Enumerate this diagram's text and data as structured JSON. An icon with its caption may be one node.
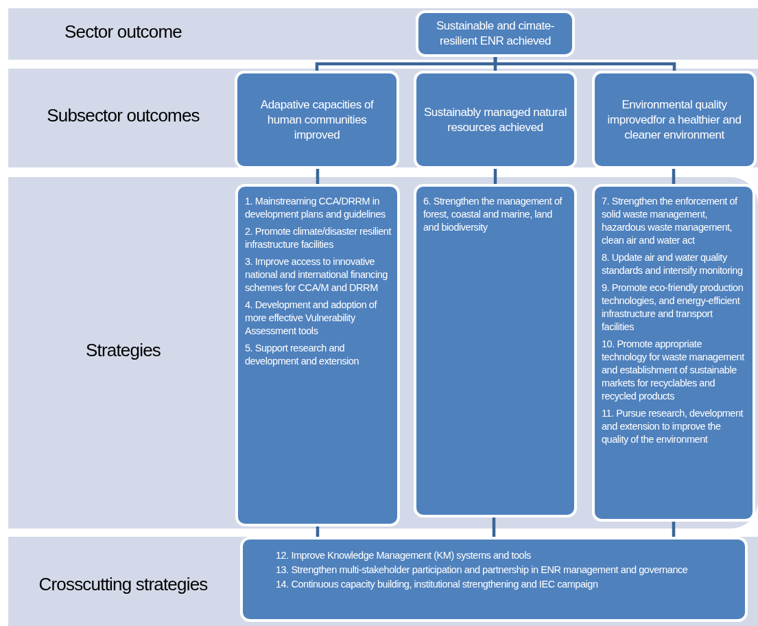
{
  "diagram": {
    "nodes": [
      {
        "text": [
          "Sector outcome"
        ]
      },
      {
        "text": [
          "Sustainable and cimate-resilient ENR achieved"
        ],
        "in": 0
      },
      {
        "text": [
          "Subsector outcomes"
        ]
      },
      {
        "text": [
          "Adapative capacities of human communities improved"
        ],
        "in": 2
      },
      {
        "text": [
          "Sustainably managed natural resources achieved"
        ],
        "in": 2
      },
      {
        "text": [
          "Environmental quality improvedfor a healthier and cleaner environment"
        ],
        "in": 2
      },
      {
        "text": [
          "Strategies"
        ]
      },
      {
        "text": [
          "1. Mainstreaming CCA/DRRM in development plans and guidelines",
          "2. Promote climate/disaster resilient infrastructure facilities",
          "3. Improve access to innovative national and international financing schemes for CCA/M and DRRM",
          "4. Development and adoption of more effective Vulnerability Assessment tools",
          "5. Support research and development and extension"
        ],
        "in": 6
      },
      {
        "text": [
          "6. Strengthen the management of forest, coastal and marine, land and biodiversity"
        ],
        "in": 6
      },
      {
        "text": [
          "7. Strengthen the enforcement of solid waste management, hazardous waste management, clean air and water act",
          "8. Update air and water quality standards and intensify monitoring",
          "9. Promote eco-friendly production technologies, and energy-efficient infrastructure and transport facilities",
          "10. Promote appropriate technology for waste management and establishment of sustainable markets for recyclables and recycled products",
          "11. Pursue research, development and extension to improve the quality of the environment"
        ],
        "in": 6
      },
      {
        "text": [
          "Crosscutting strategies"
        ]
      },
      {
        "text": [
          "12. Improve Knowledge Management (KM) systems and tools",
          "13. Strengthen multi-stakeholder participation and partnership in ENR management and governance",
          "14. Continuous capacity building, institutional strengthening and IEC campaign"
        ],
        "in": 10
      }
    ],
    "edges": [
      {
        "from": 1,
        "to": 3,
        "arrow": "none"
      },
      {
        "from": 1,
        "to": 4,
        "arrow": "none"
      },
      {
        "from": 1,
        "to": 5,
        "arrow": "none"
      },
      {
        "from": 3,
        "to": 7,
        "arrow": "none"
      },
      {
        "from": 4,
        "to": 8,
        "arrow": "none"
      },
      {
        "from": 5,
        "to": 9,
        "arrow": "none"
      },
      {
        "from": 7,
        "to": 11,
        "arrow": "none"
      },
      {
        "from": 8,
        "to": 11,
        "arrow": "none"
      },
      {
        "from": 9,
        "to": 11,
        "arrow": "none"
      }
    ]
  }
}
